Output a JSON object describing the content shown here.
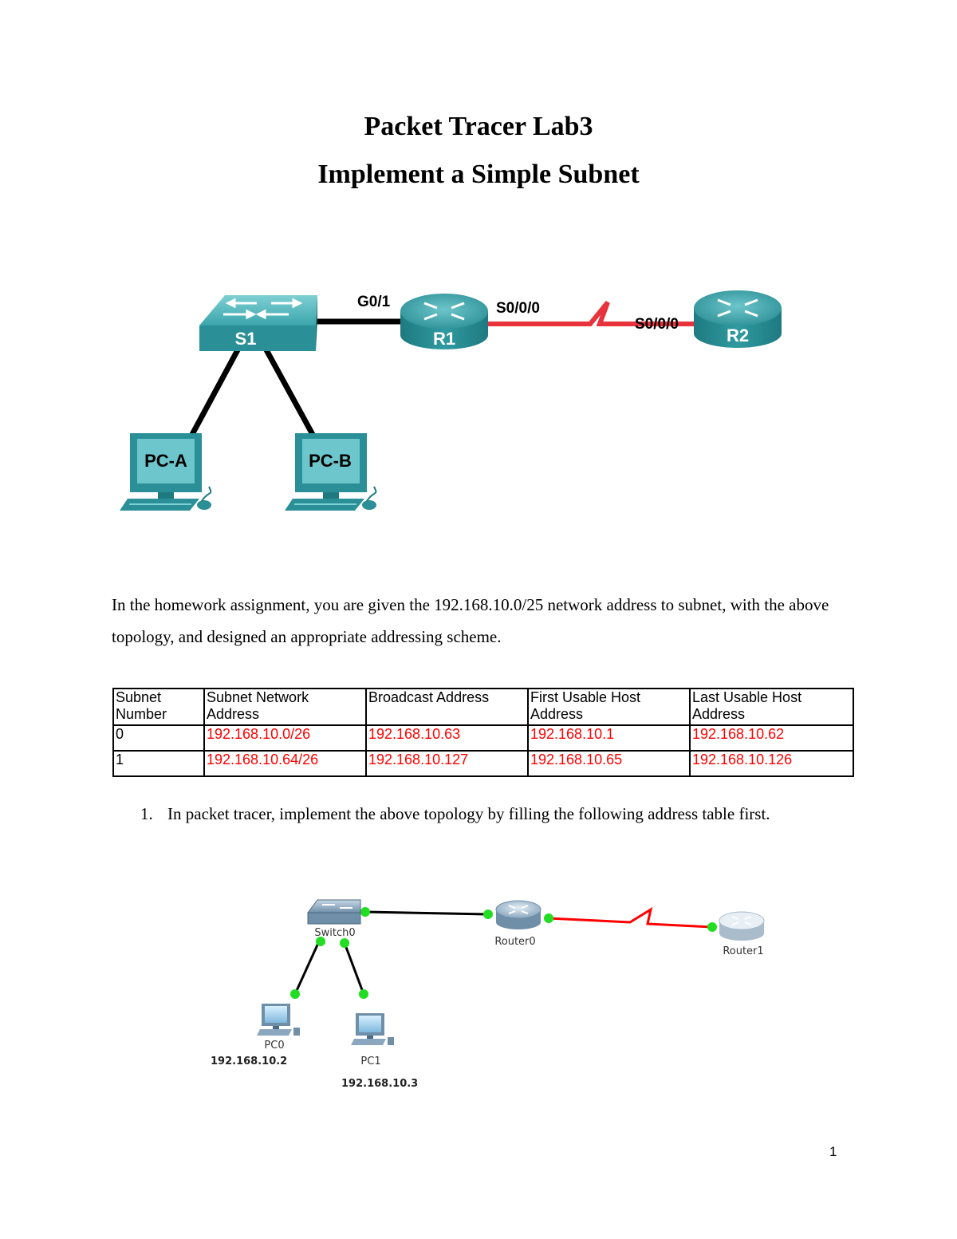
{
  "title_line1": "Packet Tracer Lab3",
  "title_line2": "Implement a Simple Subnet",
  "topology": {
    "switch_label": "S1",
    "router1_label": "R1",
    "router2_label": "R2",
    "pca_label": "PC-A",
    "pcb_label": "PC-B",
    "g01_label": "G0/1",
    "r1_s000_label": "S0/0/0",
    "r2_s000_label": "S0/0/0",
    "link_color": "#e8323c",
    "device_color": "#2a8f96"
  },
  "intro": "In the homework assignment, you are given the 192.168.10.0/25 network address to subnet, with the above topology, and designed an appropriate addressing scheme.",
  "table": {
    "headers": [
      "Subnet Number",
      "Subnet Network Address",
      "Broadcast Address",
      "First Usable Host Address",
      "Last Usable Host Address"
    ],
    "rows": [
      [
        "0",
        "192.168.10.0/26",
        "192.168.10.63",
        "192.168.10.1",
        "192.168.10.62"
      ],
      [
        "1",
        "192.168.10.64/26",
        "192.168.10.127",
        "192.168.10.65",
        "192.168.10.126"
      ]
    ]
  },
  "step1": {
    "number": "1.",
    "text": "In packet tracer, implement the above topology by filling the following address table first."
  },
  "pt_topology": {
    "switch_label": "Switch0",
    "router0_label": "Router0",
    "router1_label": "Router1",
    "pc0_label": "PC0",
    "pc1_label": "PC1",
    "pc0_ip": "192.168.10.2",
    "pc1_ip": "192.168.10.3",
    "link_up_color": "#22dd22"
  },
  "page_number": "1"
}
